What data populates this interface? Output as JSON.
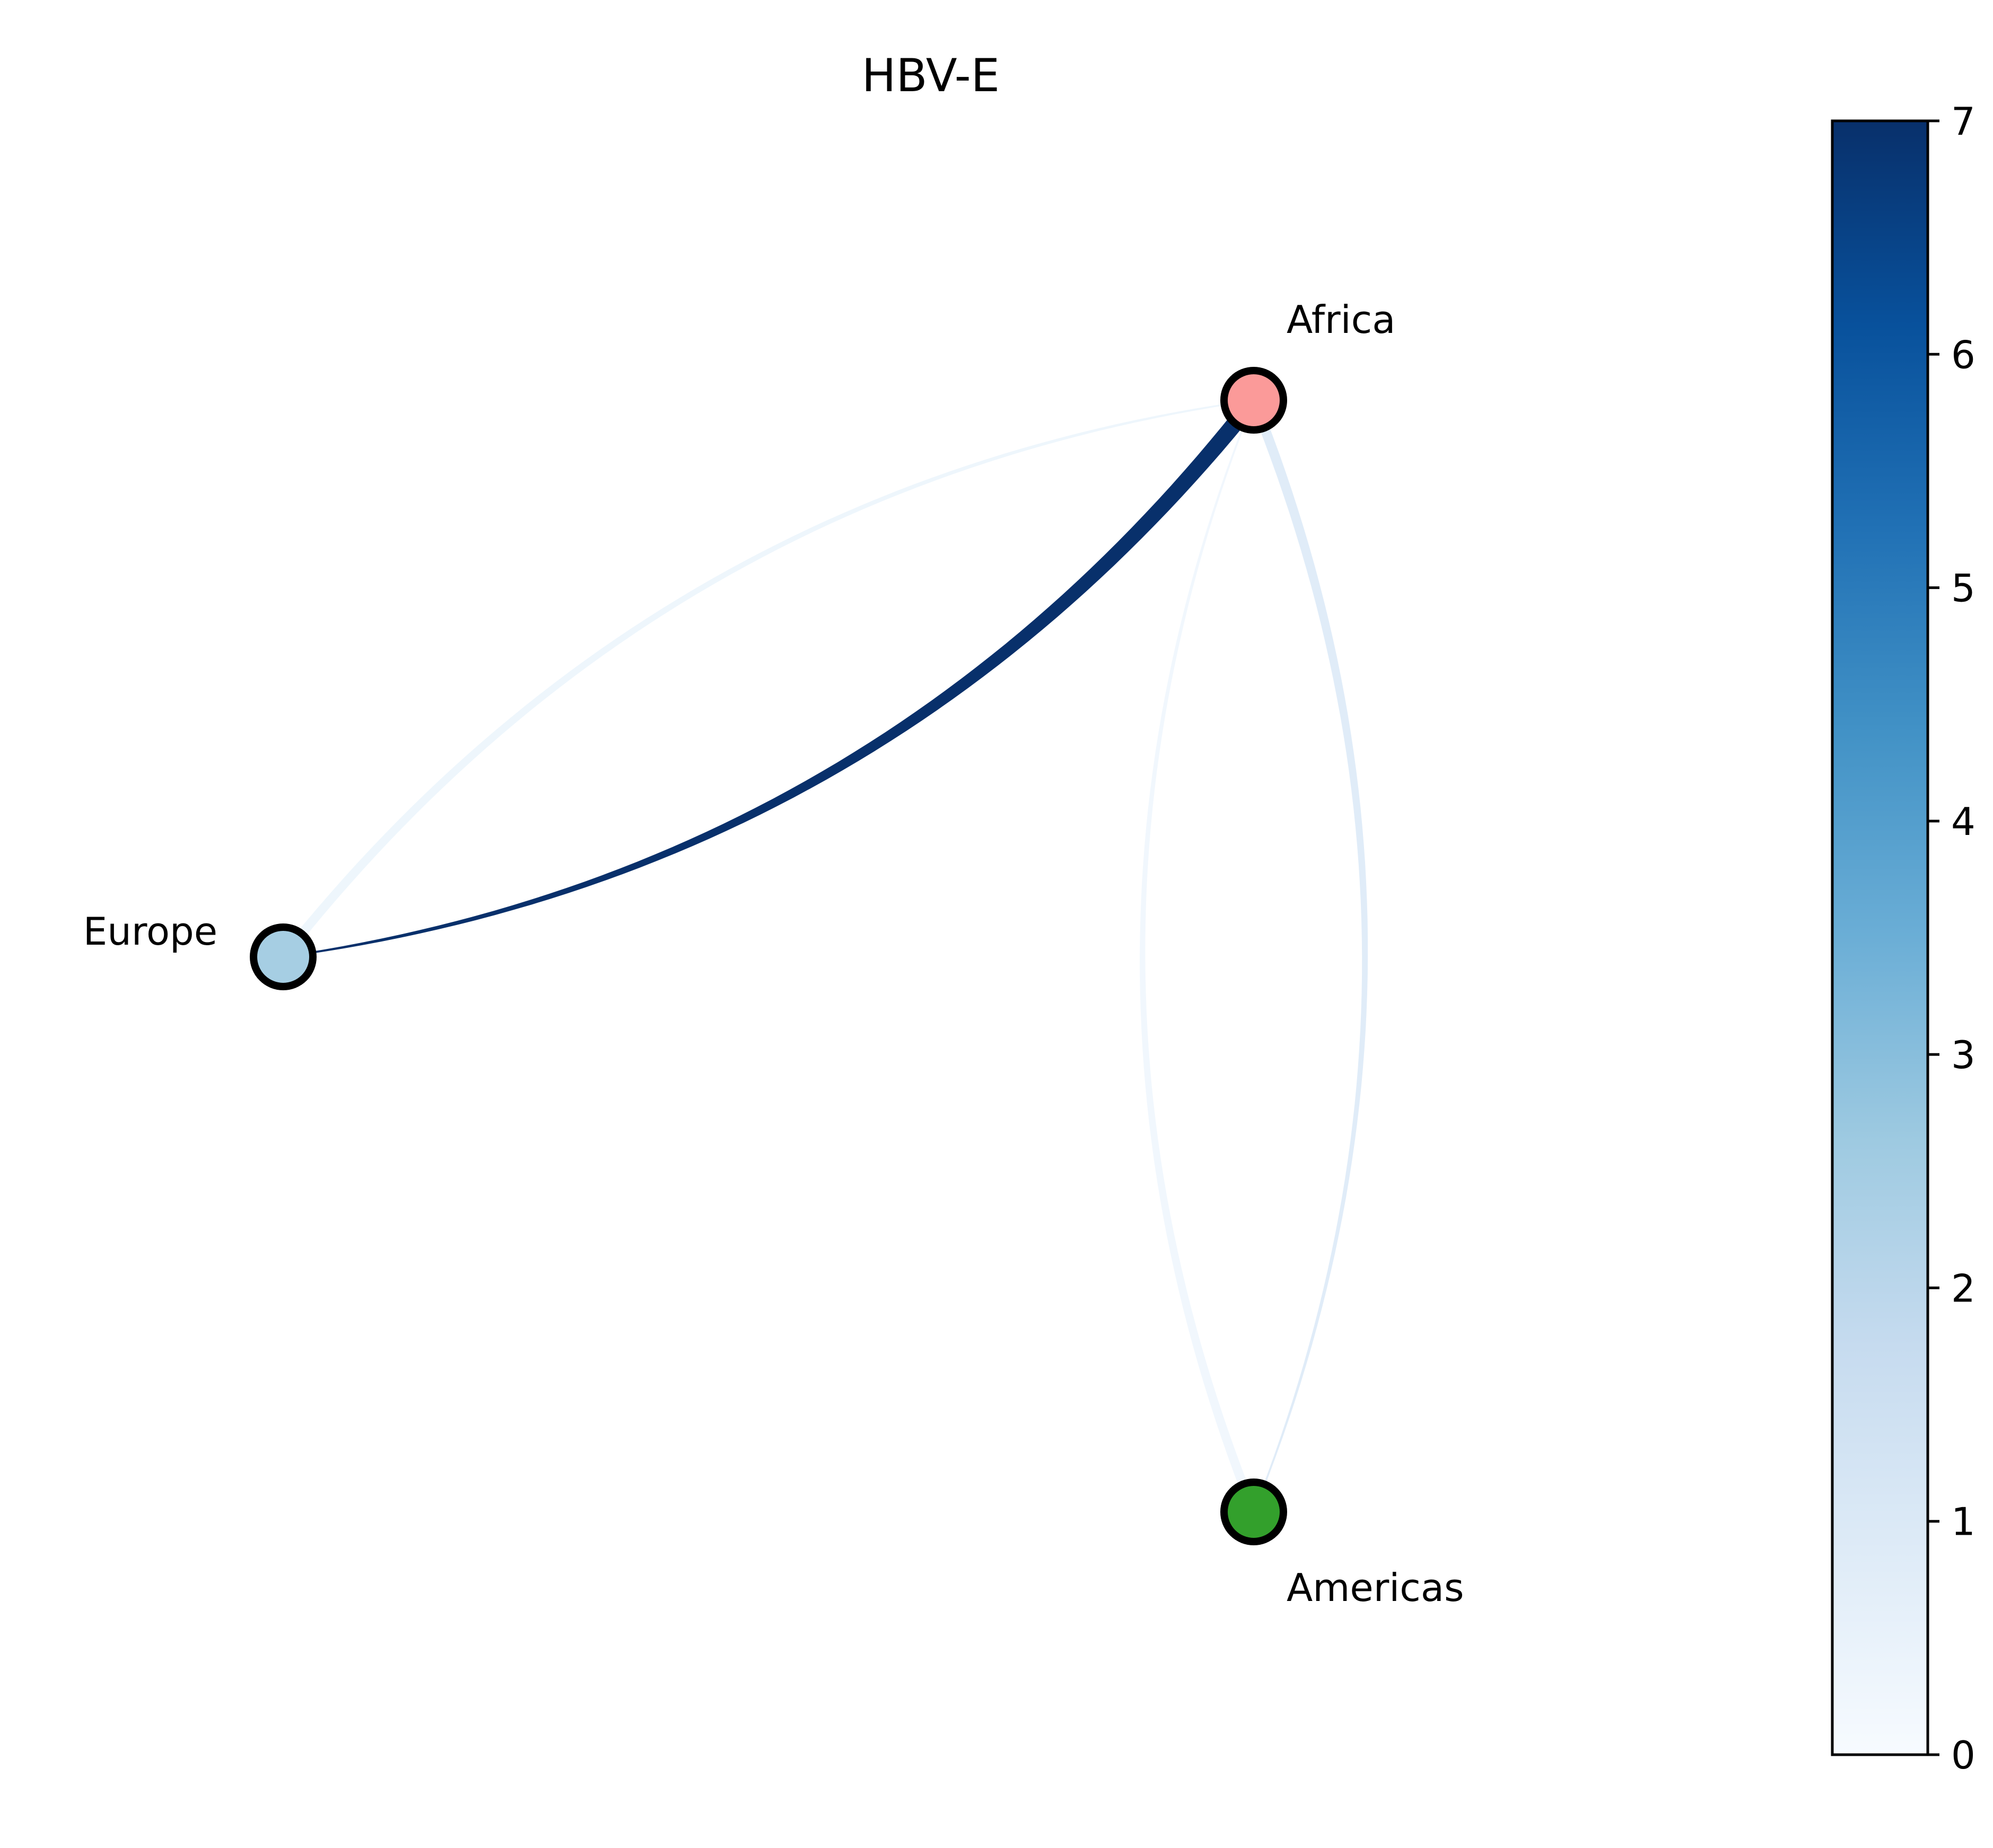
{
  "chart_data": {
    "type": "network",
    "title": "HBV-E",
    "nodes": [
      {
        "id": "Africa",
        "label": "Africa",
        "color": "#fb9a99"
      },
      {
        "id": "Europe",
        "label": "Europe",
        "color": "#a6cee3"
      },
      {
        "id": "Americas",
        "label": "Americas",
        "color": "#33a02c"
      }
    ],
    "edges": [
      {
        "source": "Africa",
        "target": "Europe",
        "value": 7.0
      },
      {
        "source": "Europe",
        "target": "Africa",
        "value": 0.3
      },
      {
        "source": "Africa",
        "target": "Americas",
        "value": 0.8
      },
      {
        "source": "Americas",
        "target": "Africa",
        "value": 0.2
      }
    ],
    "colorbar": {
      "colormap": "Blues",
      "min": 0,
      "max": 7,
      "ticks": [
        "0",
        "1",
        "2",
        "3",
        "4",
        "5",
        "6",
        "7"
      ]
    }
  }
}
